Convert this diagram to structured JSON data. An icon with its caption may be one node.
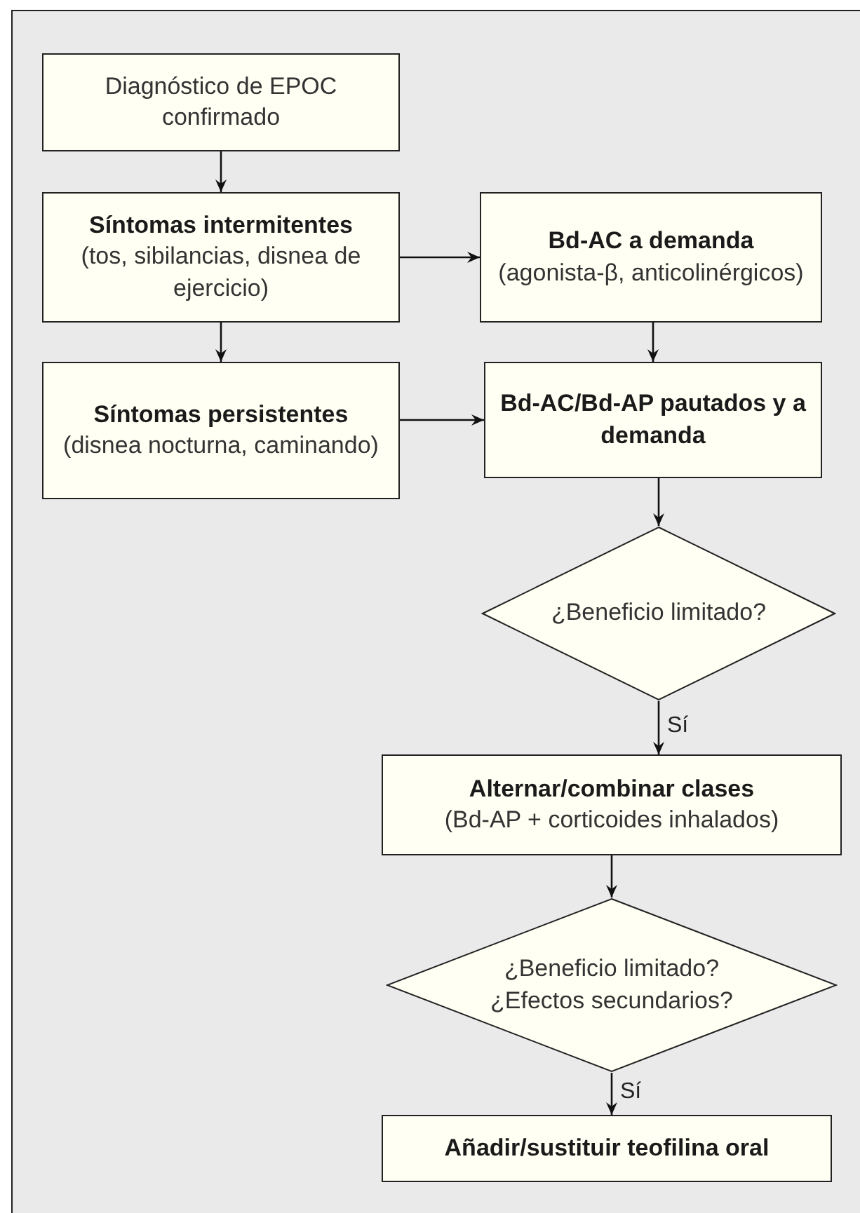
{
  "diagram": {
    "nodes": [
      {
        "text": [
          "Diagnóstico de EPOC confirmado"
        ]
      },
      {
        "text": [
          "Síntomas intermitentes",
          "(tos, sibilancias, disnea de ejercicio)"
        ]
      },
      {
        "text": [
          "Bd-AC a demanda",
          "(agonista-β, anticolinérgicos)"
        ]
      },
      {
        "text": [
          "Síntomas persistentes",
          "(disnea nocturna, caminando)"
        ]
      },
      {
        "text": [
          "Bd-AC/Bd-AP pautados y a demanda"
        ]
      },
      {
        "text": [
          "¿Beneficio limitado?"
        ]
      },
      {
        "text": [
          "Alternar/combinar clases",
          "(Bd-AP + corticoides inhalados)"
        ]
      },
      {
        "text": [
          "¿Beneficio limitado?",
          "¿Efectos secundarios?"
        ]
      },
      {
        "text": [
          "Añadir/sustituir teofilina oral"
        ]
      }
    ],
    "edges": [
      {
        "from": 0,
        "to": 1,
        "arrow": "to"
      },
      {
        "from": 1,
        "to": 2,
        "arrow": "to"
      },
      {
        "from": 1,
        "to": 3,
        "arrow": "to"
      },
      {
        "from": 2,
        "to": 4,
        "arrow": "to"
      },
      {
        "from": 3,
        "to": 4,
        "arrow": "to"
      },
      {
        "from": 4,
        "to": 5,
        "arrow": "to"
      },
      {
        "from": 5,
        "to": 6,
        "arrow": "to",
        "label": "Sí"
      },
      {
        "from": 6,
        "to": 7,
        "arrow": "to"
      },
      {
        "from": 7,
        "to": 8,
        "arrow": "to",
        "label": "Sí"
      }
    ]
  }
}
